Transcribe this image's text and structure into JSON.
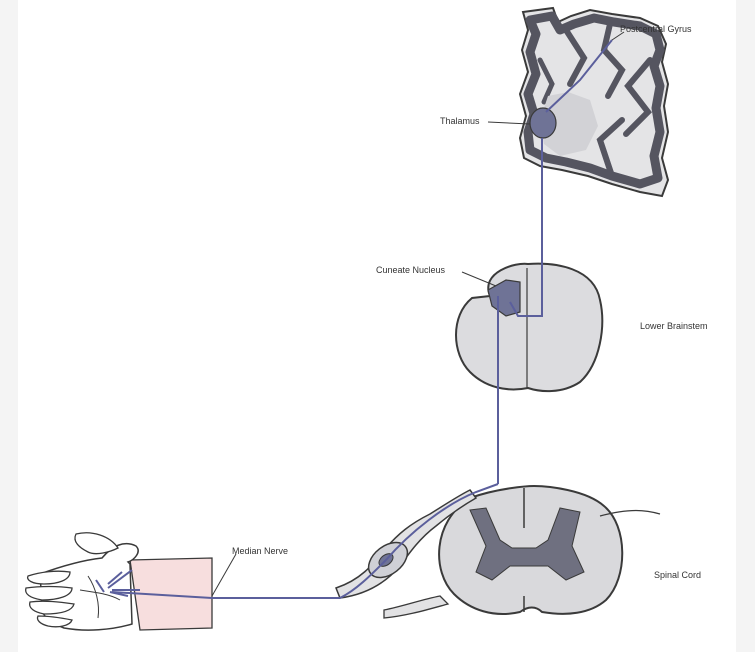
{
  "colors": {
    "pathway": "#5b5f9c",
    "nucleus_fill": "#6f7396",
    "tissue_fill": "#d9d9dc",
    "gray_matter": "#6f7080",
    "outline": "#3a3a3a",
    "background": "#ffffff"
  },
  "labels": {
    "postcentral_gyrus": "Postcentral Gyrus",
    "thalamus": "Thalamus",
    "cuneate_nucleus": "Cuneate Nucleus",
    "lower_brainstem": "Lower Brainstem",
    "median_nerve": "Median Nerve",
    "spinal_cord": "Spinal Cord"
  }
}
